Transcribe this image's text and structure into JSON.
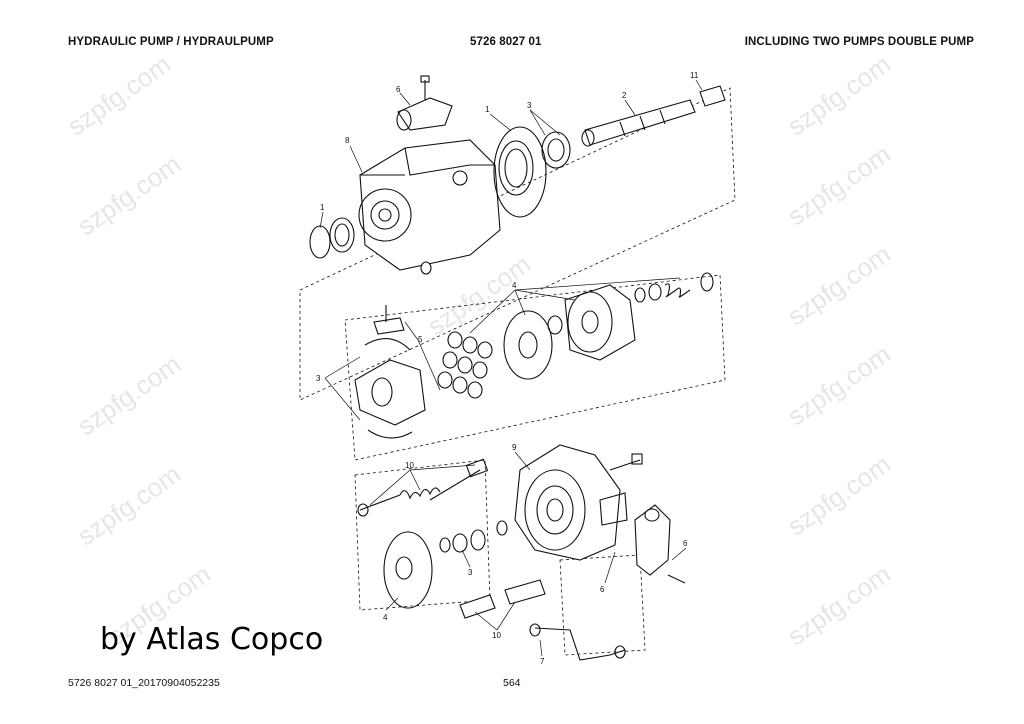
{
  "header": {
    "left": "HYDRAULIC PUMP / HYDRAULPUMP",
    "center": "5726 8027 01",
    "right": "INCLUDING TWO PUMPS DOUBLE PUMP"
  },
  "brand_text": "by Atlas Copco",
  "footer": {
    "left": "5726 8027 01_20170904052235",
    "page": "564"
  },
  "watermark": "szpfg.com",
  "callouts": [
    "1",
    "2",
    "3",
    "4",
    "5",
    "6",
    "7",
    "8",
    "9",
    "10",
    "11"
  ]
}
